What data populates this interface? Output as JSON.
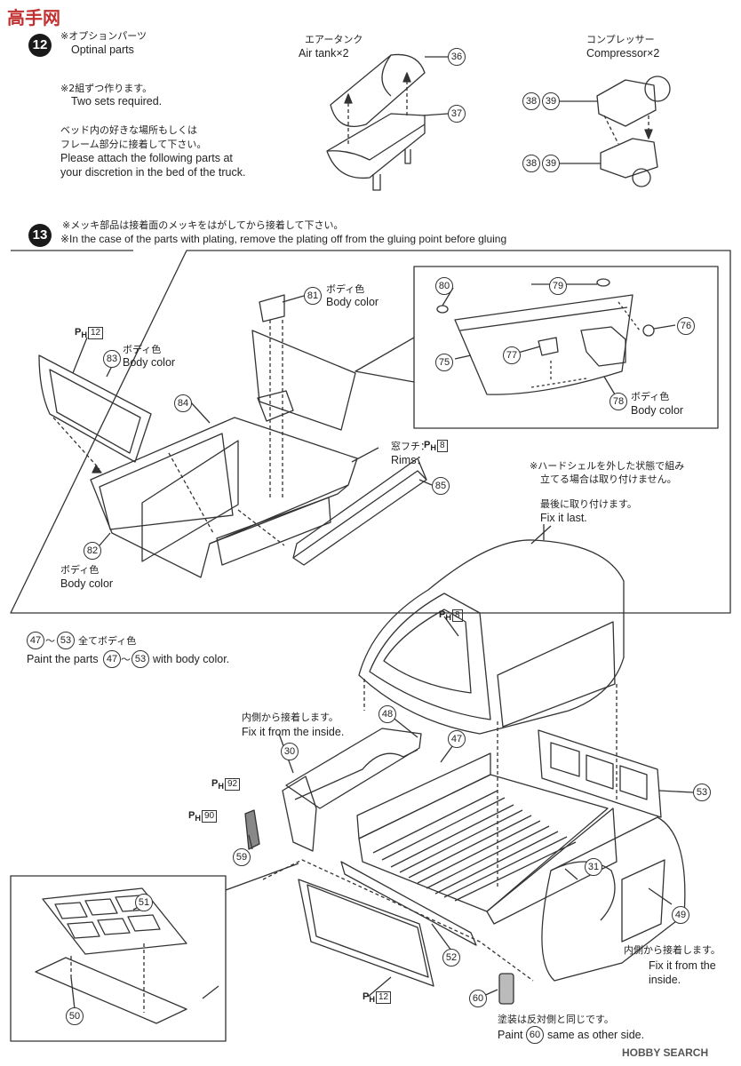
{
  "watermark_top": {
    "text": "高手网"
  },
  "watermark_bottom": {
    "text": "HOBBY SEARCH"
  },
  "step12": {
    "number": "12",
    "optional_jp": "※オプションパーツ",
    "optional_en": "Optinal parts",
    "sets_jp": "※2組ずつ作ります。",
    "sets_en": "Two sets required.",
    "attach_jp1": "ベッド内の好きな場所もしくは",
    "attach_jp2": "フレーム部分に接着して下さい。",
    "attach_en1": "Please attach the following parts at",
    "attach_en2": "your discretion in the bed of the truck.",
    "airtank_jp": "エアータンク",
    "airtank_en": "Air tank×2",
    "compressor_jp": "コンプレッサー",
    "compressor_en": "Compressor×2",
    "parts": {
      "p36": "36",
      "p37": "37",
      "p38a": "38",
      "p39a": "39",
      "p38b": "38",
      "p39b": "39"
    }
  },
  "step13": {
    "number": "13",
    "note_jp": "※メッキ部品は接着面のメッキをはがしてから接着して下さい。",
    "note_en": "※In the case of the parts with plating, remove the plating off from the gluing point before gluing",
    "ph_label": "P",
    "ph_sub": "H",
    "body_color_jp": "ボディ色",
    "body_color_en": "Body color",
    "rims_jp": "窓フチ：",
    "rims_en": "Rims：",
    "ph12": "12",
    "ph8": "8",
    "ph92": "92",
    "ph90": "90",
    "hardshell_jp1": "※ハードシェルを外した状態で組み",
    "hardshell_jp2": "立てる場合は取り付けません。",
    "fixlast_jp": "最後に取り付けます。",
    "fixlast_en": "Fix it last.",
    "paint_jp": "全てボディ色",
    "paint_en_pre": "Paint the parts",
    "paint_en_post": "with body color.",
    "inside_jp": "内側から接着します。",
    "inside_en": "Fix it from the inside.",
    "inside_en_a": "Fix it from the",
    "inside_en_b": "inside.",
    "paint60_jp": "塗装は反対側と同じです。",
    "paint60_pre": "Paint",
    "paint60_post": "same as other side.",
    "tilde": "～",
    "parts": {
      "p75": "75",
      "p76": "76",
      "p77": "77",
      "p78": "78",
      "p79": "79",
      "p80": "80",
      "p81": "81",
      "p82": "82",
      "p83": "83",
      "p84": "84",
      "p85": "85",
      "p47": "47",
      "p48": "48",
      "p49": "49",
      "p50": "50",
      "p51": "51",
      "p52": "52",
      "p53": "53",
      "p59": "59",
      "p60": "60",
      "p30": "30",
      "p31": "31"
    }
  }
}
